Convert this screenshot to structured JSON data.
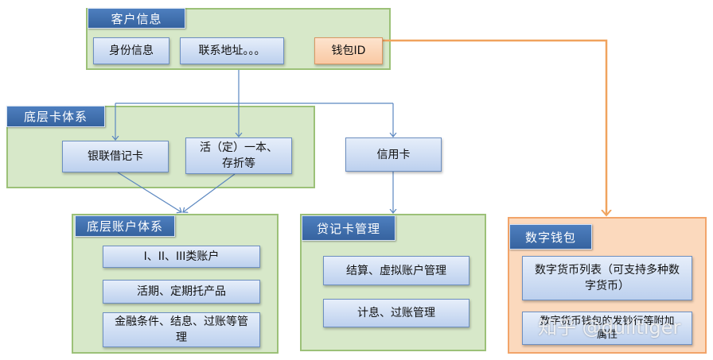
{
  "customer": {
    "header": "客户信息",
    "identity": "身份信息",
    "address": "联系地址。。。",
    "wallet_id": "钱包ID"
  },
  "base_card": {
    "header": "底层卡体系",
    "debit_card": "银联借记卡",
    "passbook": "活（定）一本、存折等"
  },
  "credit_card": {
    "label": "信用卡"
  },
  "base_account": {
    "header": "底层账户体系",
    "account_types": "I、II、III类账户",
    "deposit_products": "活期、定期托产品",
    "financial_terms": "金融条件、结息、过账等管理"
  },
  "loan_card": {
    "header": "贷记卡管理",
    "settlement": "结算、虚拟账户管理",
    "interest": "计息、过账管理"
  },
  "digital_wallet": {
    "header": "数字钱包",
    "currency_list": "数字货币列表（可支持多种数字货币）",
    "issuer_attrs": "数字货币钱包的发钞行等附加属性"
  },
  "watermark": "知乎 @dulltiger",
  "colors": {
    "panel_green": "#d7e8c9",
    "panel_orange": "#fbd9bd",
    "header_blue": "#4e7fbf",
    "line_blue": "#5b87c0",
    "line_orange": "#f0a35e"
  }
}
